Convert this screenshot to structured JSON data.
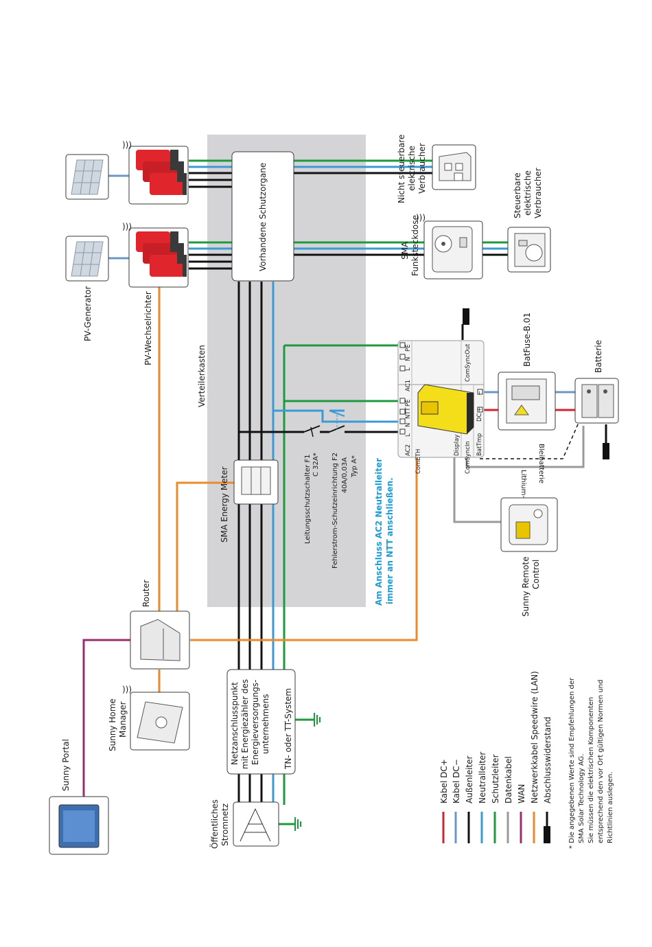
{
  "diagram": {
    "distribution_box_label": "Verteilerkasten",
    "protection_label": "Vorhandene Schutzorgane",
    "energy_meter_label": "SMA Energy Meter",
    "breaker_label_1": "Leitungsschutzschalter F1",
    "breaker_label_2": "C 32A*",
    "rcd_label_1": "Fehlerstrom-Schutzeinrichtung F2",
    "rcd_label_2": "40A/0,03A",
    "rcd_label_3": "Typ A*",
    "neutral_note_1": "Am Anschluss AC2 Neutralleiter",
    "neutral_note_2": "immer an NTT anschließen.",
    "pv_generator_label": "PV-Generator",
    "pv_inverter_label": "PV-Wechselrichter",
    "router_label": "Router",
    "home_manager_label_1": "Sunny Home",
    "home_manager_label_2": "Manager",
    "portal_label": "Sunny Portal",
    "grid_label_1": "Öffentliches",
    "grid_label_2": "Stromnetz",
    "grid_connection_lines": [
      "Netzanschlusspunkt",
      "mit Energiezähler des",
      "Energieversorgungs-",
      "unternehmens"
    ],
    "tn_tt_label": "TN- oder TT-System",
    "non_controllable_lines": [
      "Nicht steuerbare",
      "elektrische",
      "Verbraucher"
    ],
    "controllable_lines": [
      "Steuerbare",
      "elektrische",
      "Verbraucher"
    ],
    "radio_socket_lines": [
      "SMA",
      "Funksteckdose"
    ],
    "batfuse_label": "BatFuse-B.01",
    "battery_label": "Batterie",
    "lead_acid_label": "Bleibatterie",
    "li_ion_label": "Lithium-Ionen-Batterie",
    "remote_label_1": "Sunny Remote",
    "remote_label_2": "Control",
    "inverter_terminals": {
      "ac2": "AC2",
      "ac1": "AC1",
      "l": "L",
      "n": "N",
      "ntt": "NTT",
      "pe": "PE",
      "dc": "DC",
      "plus": "+",
      "minus": "−",
      "display": "Display",
      "comsyncin": "ComSyncIn",
      "comsyncout": "ComSyncOut",
      "battmp": "BatTmp",
      "cometh": "ComETH"
    }
  },
  "legend": {
    "items": [
      {
        "label": "Kabel DC+",
        "color": "#d3232f"
      },
      {
        "label": "Kabel DC−",
        "color": "#6a97c4"
      },
      {
        "label": "Außenleiter",
        "color": "#111111"
      },
      {
        "label": "Neutralleiter",
        "color": "#3a9ad6"
      },
      {
        "label": "Schutzleiter",
        "color": "#1e9a3e"
      },
      {
        "label": "Datenkabel",
        "color": "#9a9a9a"
      },
      {
        "label": "WAN",
        "color": "#9a2d6d"
      },
      {
        "label": "Netzwerkkabel Speedwire (LAN)",
        "color": "#ea8a2b"
      },
      {
        "label": "Abschlusswiderstand",
        "color": "#111111"
      }
    ],
    "footnote_lines": [
      "* Die angegebenen Werte sind Empfehlungen der",
      "SMA Solar Technology AG.",
      "Sie müssen die elektrischen Komponenten",
      "entsprechend den vor Ort gültigen Normen und",
      "Richtlinien auslegen."
    ]
  }
}
